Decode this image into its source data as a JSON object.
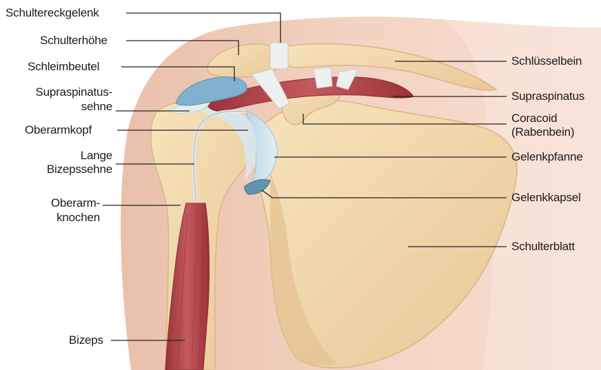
{
  "labels_left": {
    "schultereckgelenk": "Schultereckgelenk",
    "schulterhoehe": "Schulterhöhe",
    "schleimbeutel": "Schleimbeutel",
    "supraspinatussehne_1": "Supraspinatus-",
    "supraspinatussehne_2": "sehne",
    "oberarmkopf": "Oberarmkopf",
    "lange_bizepssehne_1": "Lange",
    "lange_bizepssehne_2": "Bizepssehne",
    "oberarmknochen_1": "Oberarm-",
    "oberarmknochen_2": "knochen",
    "bizeps": "Bizeps"
  },
  "labels_right": {
    "schluesselbein": "Schlüsselbein",
    "supraspinatus": "Supraspinatus",
    "coracoid_1": "Coracoid",
    "coracoid_2": "(Rabenbein)",
    "gelenkpfanne": "Gelenkpfanne",
    "gelenkkapsel": "Gelenkkapsel",
    "schulterblatt": "Schulterblatt"
  },
  "colors": {
    "skin": "#f0c9b4",
    "bone": "#f2d9ab",
    "bone_shade": "#dcb98a",
    "muscle": "#b2454b",
    "cartilage": "#cfe2ec",
    "bursa": "#7fb1cf",
    "ligament": "#eef0ee",
    "leader_line": "#222222"
  }
}
